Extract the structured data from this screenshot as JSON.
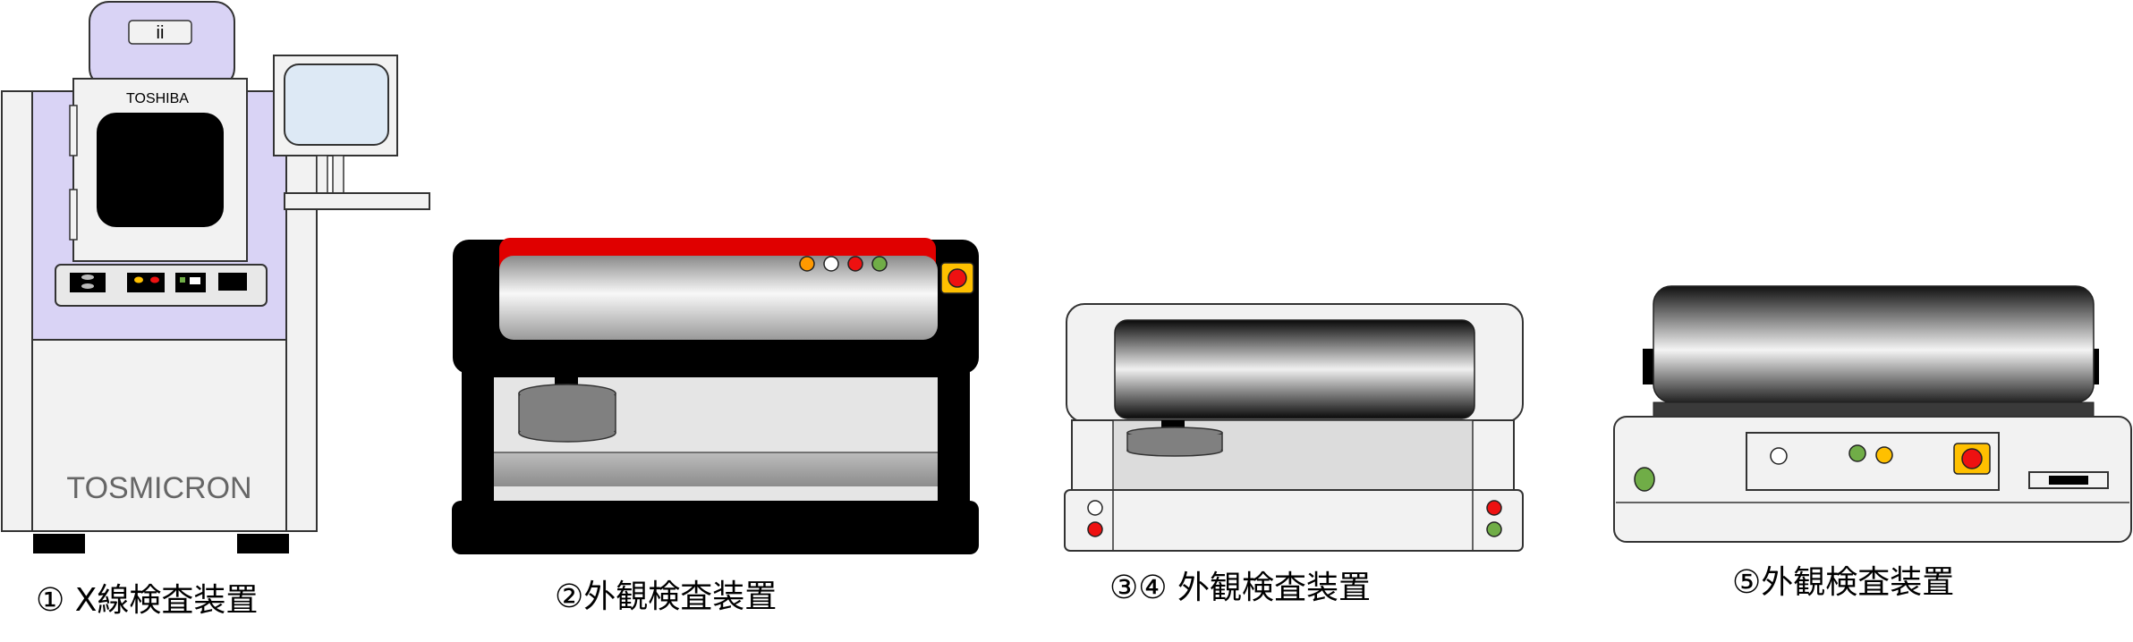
{
  "machines": [
    {
      "id": "xray",
      "caption": "① X線検査装置",
      "top_badge": "ii",
      "brand_top": "TOSHIBA",
      "brand_bottom": "TOSMICRON"
    },
    {
      "id": "visual-2",
      "caption": "②外観検査装置"
    },
    {
      "id": "visual-34",
      "caption": "③④ 外観検査装置"
    },
    {
      "id": "visual-5",
      "caption": "⑤外観検査装置"
    }
  ],
  "colors": {
    "xray_panel": "#d9d3f5",
    "cabinet": "#f2f2f2",
    "screen": "#dde9f5",
    "red_top": "#e00000",
    "button_red": "#ee1111",
    "button_orange": "#ff9900",
    "button_green": "#70ad47",
    "button_yellow": "#ffc000",
    "body_black": "#000000"
  }
}
